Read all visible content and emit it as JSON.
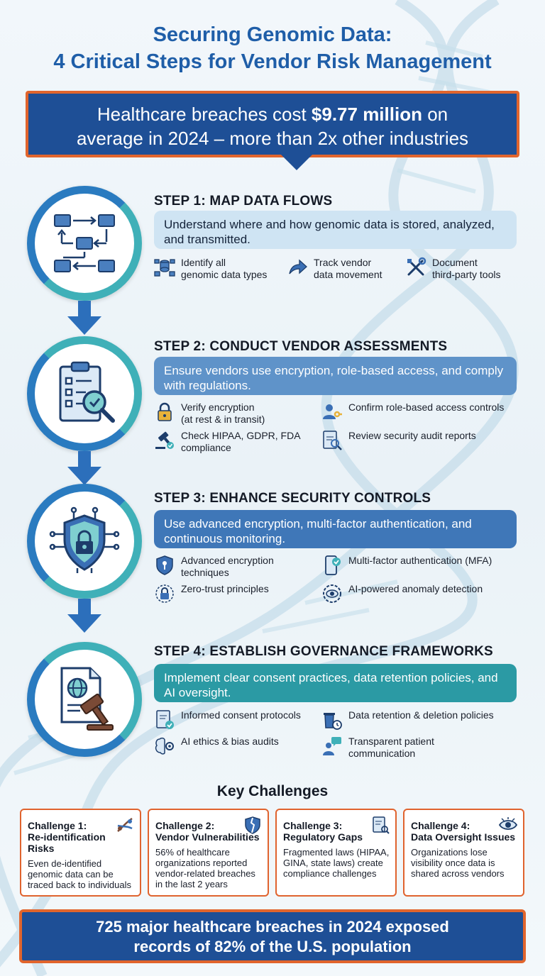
{
  "title": {
    "line1": "Securing Genomic Data:",
    "line2": "4 Critical Steps for Vendor Risk Management"
  },
  "banner": {
    "pre": "Healthcare breaches cost ",
    "highlight": "$9.77 million",
    "post1": " on",
    "line2": "average in 2024 – more than 2x other industries"
  },
  "steps": [
    {
      "title": "STEP 1: MAP DATA FLOWS",
      "description": "Understand where and how genomic data is stored, analyzed, and transmitted.",
      "items": [
        {
          "icon": "database-network-icon",
          "text1": "Identify all",
          "text2": "genomic data types"
        },
        {
          "icon": "share-arrow-icon",
          "text1": "Track vendor",
          "text2": "data movement"
        },
        {
          "icon": "tools-icon",
          "text1": "Document",
          "text2": "third-party tools"
        }
      ]
    },
    {
      "title": "STEP 2: CONDUCT VENDOR ASSESSMENTS",
      "description": "Ensure vendors use encryption, role-based access, and comply with regulations.",
      "items": [
        {
          "icon": "padlock-icon",
          "text1": "Verify encryption",
          "text2": "(at rest & in transit)"
        },
        {
          "icon": "user-key-icon",
          "text1": "Confirm role-based access controls",
          "text2": ""
        },
        {
          "icon": "gavel-check-icon",
          "text1": "Check HIPAA, GDPR, FDA",
          "text2": "compliance"
        },
        {
          "icon": "audit-report-icon",
          "text1": "Review security audit reports",
          "text2": ""
        }
      ]
    },
    {
      "title": "STEP 3: ENHANCE SECURITY CONTROLS",
      "description": "Use advanced encryption, multi-factor authentication, and continuous monitoring.",
      "items": [
        {
          "icon": "shield-key-icon",
          "text1": "Advanced encryption",
          "text2": "techniques"
        },
        {
          "icon": "mobile-check-icon",
          "text1": "Multi-factor authentication (MFA)",
          "text2": ""
        },
        {
          "icon": "zero-trust-lock-icon",
          "text1": "Zero-trust principles",
          "text2": ""
        },
        {
          "icon": "ai-eye-icon",
          "text1": "AI-powered anomaly detection",
          "text2": ""
        }
      ]
    },
    {
      "title": "STEP 4: ESTABLISH GOVERNANCE FRAMEWORKS",
      "description": "Implement clear consent practices, data retention policies, and AI oversight.",
      "items": [
        {
          "icon": "consent-document-icon",
          "text1": "Informed consent protocols",
          "text2": ""
        },
        {
          "icon": "trash-clock-icon",
          "text1": "Data retention & deletion policies",
          "text2": ""
        },
        {
          "icon": "ai-brain-icon",
          "text1": "AI ethics & bias audits",
          "text2": ""
        },
        {
          "icon": "patient-chat-icon",
          "text1": "Transparent patient",
          "text2": "communication"
        }
      ]
    }
  ],
  "key_challenges": {
    "title": "Key Challenges",
    "cards": [
      {
        "icon": "dna-icon",
        "title1": "Challenge 1:",
        "title2": "Re-identification Risks",
        "body": "Even de-identified genomic data can be traced back to individuals"
      },
      {
        "icon": "broken-shield-icon",
        "title1": "Challenge 2:",
        "title2": "Vendor Vulnerabilities",
        "body": "56% of healthcare organizations reported vendor-related breaches in the last 2 years"
      },
      {
        "icon": "law-document-icon",
        "title1": "Challenge 3:",
        "title2": "Regulatory Gaps",
        "body": "Fragmented laws (HIPAA, GINA, state laws) create compliance challenges"
      },
      {
        "icon": "eye-icon",
        "title1": "Challenge 4:",
        "title2": "Data Oversight Issues",
        "body": "Organizations lose visibility once data is shared across vendors"
      }
    ]
  },
  "footer": {
    "line1": "725 major healthcare breaches in 2024 exposed",
    "line2": "records of 82% of the U.S. population"
  },
  "colors": {
    "title_blue": "#1f5ea8",
    "banner_blue": "#1e4f96",
    "accent_orange": "#e1652d",
    "teal": "#3fb0b8"
  }
}
